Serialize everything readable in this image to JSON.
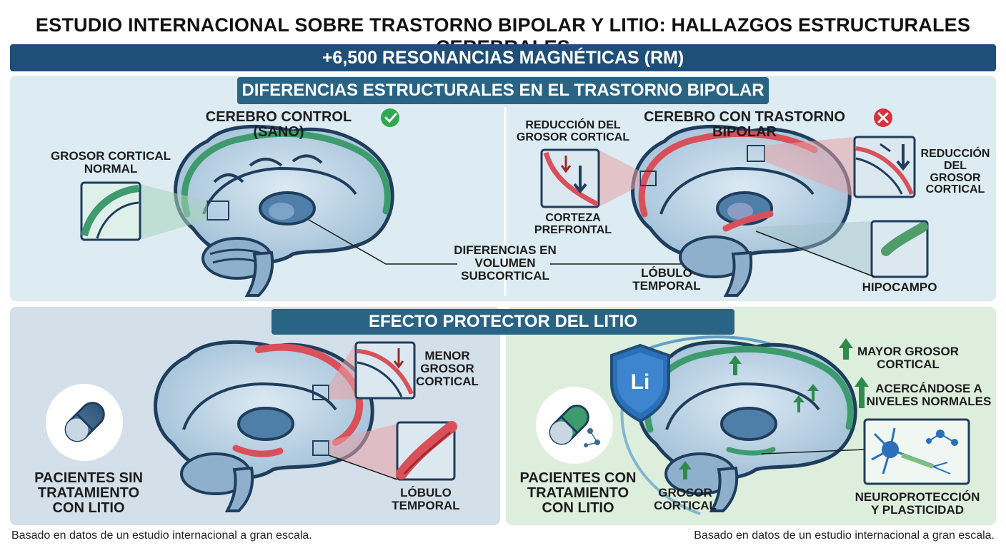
{
  "title": "ESTUDIO INTERNACIONAL SOBRE TRASTORNO BIPOLAR Y LITIO: HALLAZGOS ESTRUCTURALES CEREBRALES",
  "banner": "+6,500 RESONANCIAS MAGNÉTICAS (RM)",
  "section1": {
    "heading": "DIFERENCIAS ESTRUCTURALES EN EL TRASTORNO BIPOLAR",
    "control_title": "CEREBRO CONTROL (SANO)",
    "bipolar_title": "CEREBRO CON TRASTORNO BIPOLAR",
    "normal_cortex": "GROSOR CORTICAL NORMAL",
    "reduction_left": "REDUCCIÓN DEL GROSOR CORTICAL",
    "reduction_right": "REDUCCIÓN DEL GROSOR CORTICAL",
    "prefrontal": "CORTEZA PREFRONTAL",
    "subcortical": "DIFERENCIAS EN VOLUMEN SUBCORTICAL",
    "temporal": "LÓBULO TEMPORAL",
    "hippocampus": "HIPOCAMPO"
  },
  "section2": {
    "heading": "EFECTO PROTECTOR DEL LITIO",
    "less_cortex": "MENOR GROSOR CORTICAL",
    "temporal": "LÓBULO TEMPORAL",
    "no_treatment": "PACIENTES SIN TRATAMIENTO CON LITIO",
    "with_treatment": "PACIENTES CON TRATAMIENTO CON LITIO",
    "shield_text": "Li",
    "more_cortex": "MAYOR GROSOR CORTICAL",
    "normalizing": "ACERCÁNDOSE A NIVELES NORMALES",
    "cortex_label": "GROSOR CORTICAL",
    "neuro": "NEUROPROTECCIÓN Y PLASTICIDAD"
  },
  "footer_left": "Basado en datos de un estudio internacional a gran escala.",
  "footer_right": "Basado en datos de un estudio internacional a gran escala.",
  "colors": {
    "navy": "#1f4e79",
    "teal": "#2a6485",
    "healthy": "#3d9b6e",
    "damage": "#d9505a",
    "check": "#2fa84f",
    "cross": "#d8323a"
  }
}
